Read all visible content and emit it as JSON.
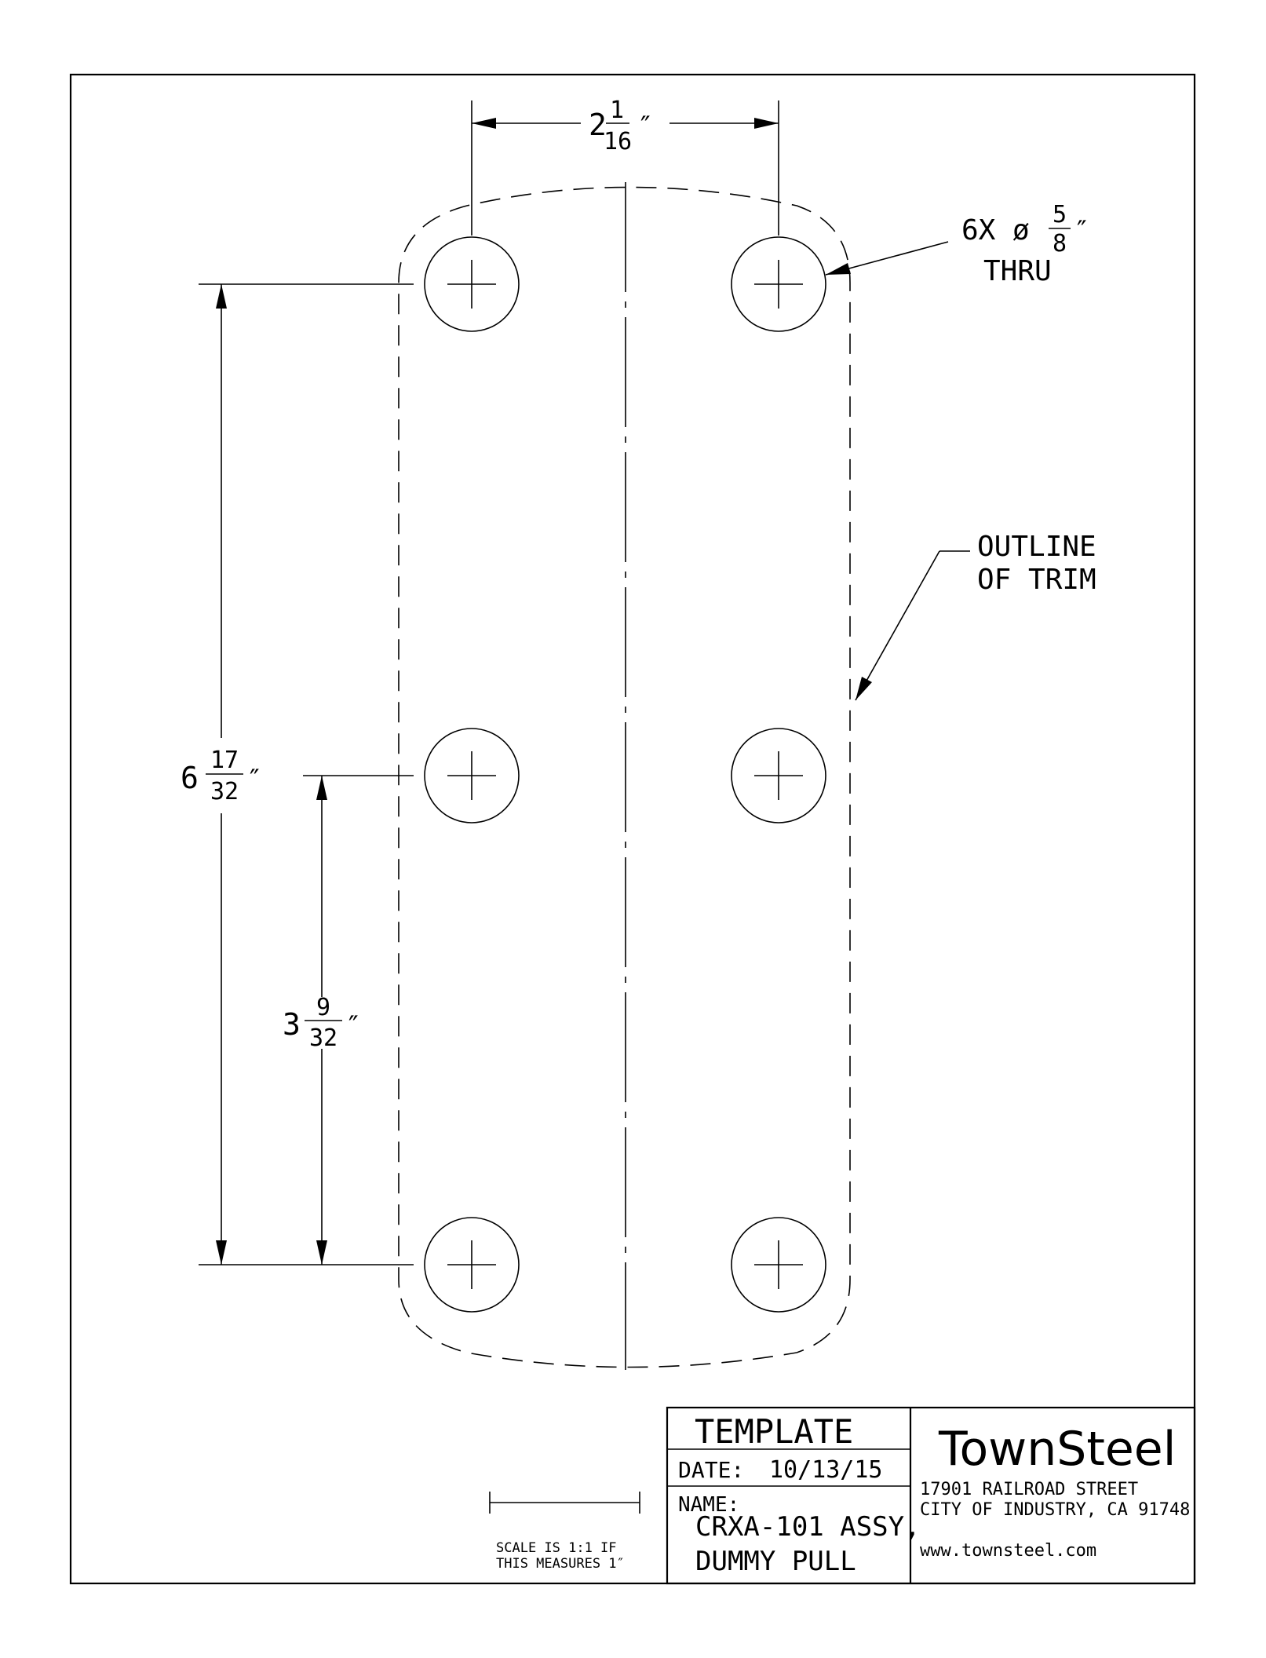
{
  "dims": {
    "hole_spacing_horizontal": {
      "whole": "2",
      "num": "1",
      "den": "16",
      "unit": "″"
    },
    "hole_callout": {
      "prefix": "6X ø",
      "num": "5",
      "den": "8",
      "unit": "″",
      "line2": "THRU"
    },
    "overall_vertical": {
      "whole": "6",
      "num": "17",
      "den": "32",
      "unit": "″"
    },
    "mid_to_bottom": {
      "whole": "3",
      "num": "9",
      "den": "32",
      "unit": "″"
    }
  },
  "outline_label": {
    "line1": "OUTLINE",
    "line2": "OF TRIM"
  },
  "scale_note": {
    "line1": "SCALE IS 1:1 IF",
    "line2": "THIS MEASURES 1″"
  },
  "title_block": {
    "title": "TEMPLATE",
    "date_label": "DATE:",
    "date_value": "10/13/15",
    "name_label": "NAME:",
    "name_line1": "CRXA-101 ASSY,",
    "name_line2": "DUMMY PULL",
    "company": "TownSteel",
    "address1": "17901 RAILROAD STREET",
    "address2": "CITY OF INDUSTRY, CA 91748",
    "website": "www.townsteel.com"
  }
}
